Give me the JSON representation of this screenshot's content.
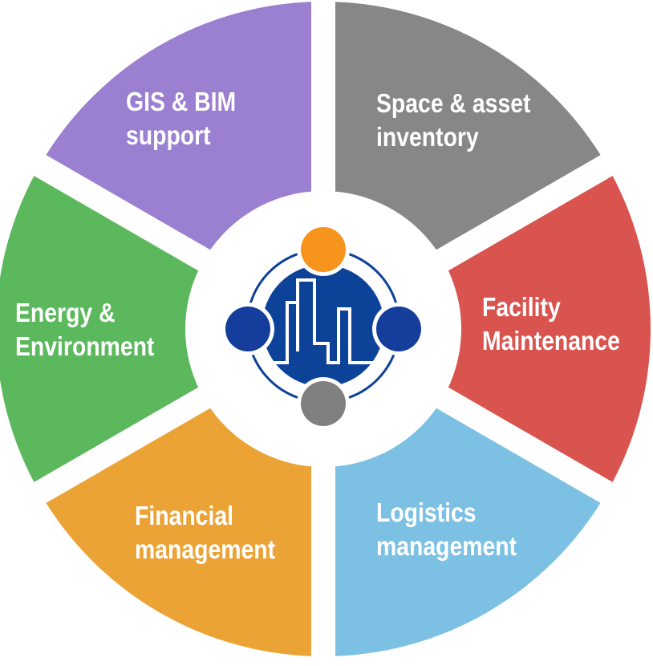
{
  "segments": [
    {
      "id": "space",
      "label_lines": [
        "Space & asset",
        "inventory"
      ],
      "color": "#878787"
    },
    {
      "id": "facility",
      "label_lines": [
        "Facility",
        "Maintenance"
      ],
      "color": "#d9534f"
    },
    {
      "id": "logistics",
      "label_lines": [
        "Logistics",
        "management"
      ],
      "color": "#7cc1e4"
    },
    {
      "id": "financial",
      "label_lines": [
        "Financial",
        "management"
      ],
      "color": "#eca336"
    },
    {
      "id": "energy",
      "label_lines": [
        "Energy &",
        "Environment"
      ],
      "color": "#5cb85c"
    },
    {
      "id": "gis",
      "label_lines": [
        "GIS & BIM",
        "support"
      ],
      "color": "#9b7fd0"
    }
  ],
  "center_icon": {
    "name": "building-team-icon",
    "colors": {
      "main": "#0d4299",
      "top": "#f7941d",
      "side": "#153d9c",
      "bottom": "#808080"
    }
  }
}
